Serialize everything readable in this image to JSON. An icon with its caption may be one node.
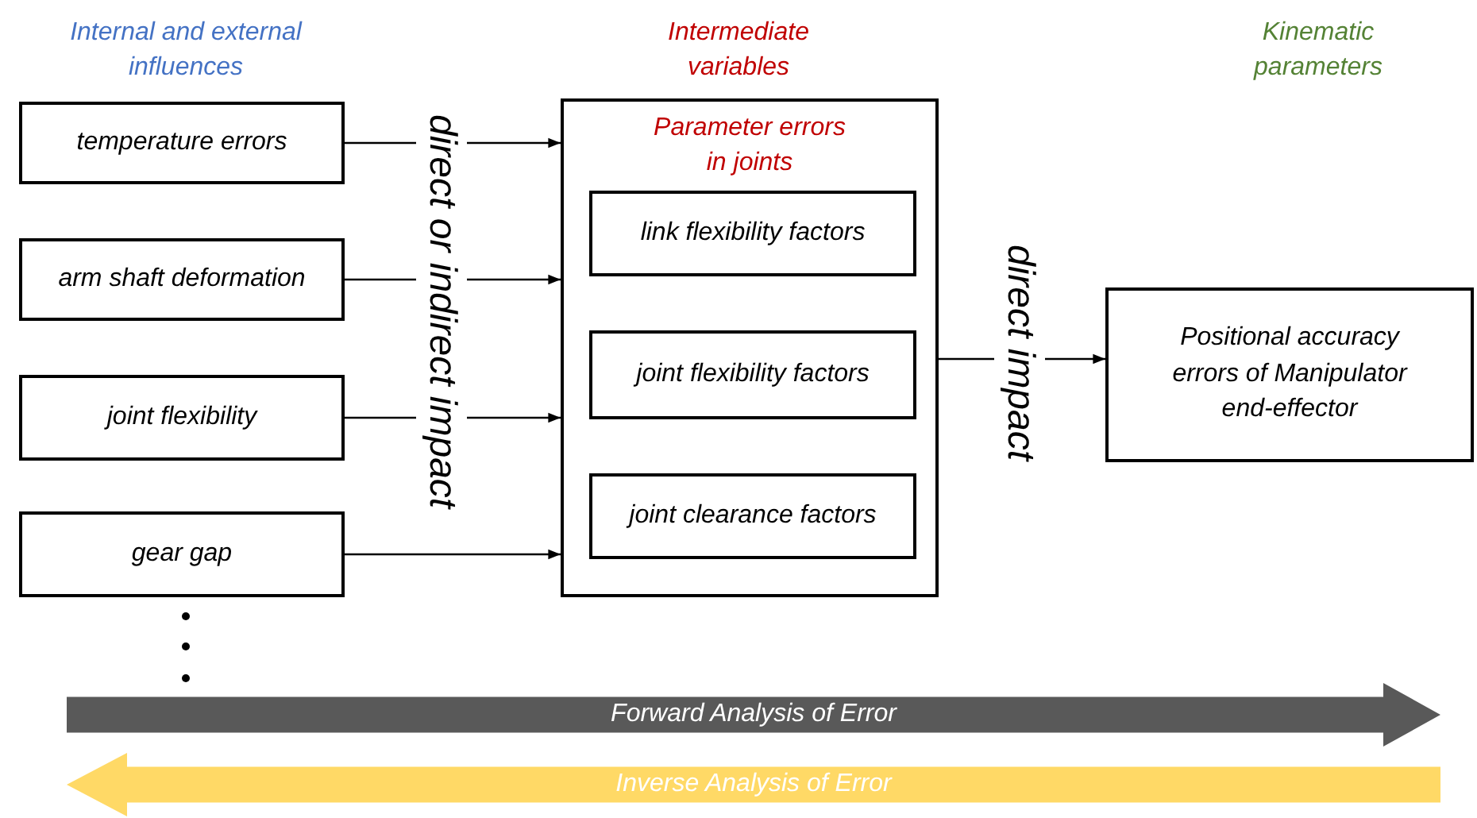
{
  "diagram": {
    "nodes": [
      {
        "text": [
          "temperature errors"
        ]
      },
      {
        "text": [
          "arm shaft deformation"
        ]
      },
      {
        "text": [
          "joint flexibility"
        ]
      },
      {
        "text": [
          "gear gap"
        ]
      },
      {
        "text": [
          "Parameter errors in joints"
        ]
      },
      {
        "text": [
          "link flexibility factors"
        ],
        "in": 4
      },
      {
        "text": [
          "joint flexibility factors"
        ],
        "in": 4
      },
      {
        "text": [
          "joint clearance factors"
        ],
        "in": 4
      },
      {
        "text": [
          "Positional accuracy errors of Manipulator end-effector"
        ]
      },
      {
        "text": [
          "Forward Analysis of Error"
        ]
      },
      {
        "text": [
          "Inverse Analysis of Error"
        ]
      }
    ],
    "edges": [
      {
        "from": 0,
        "to": 4,
        "arrow": "to"
      },
      {
        "from": 1,
        "to": 4,
        "arrow": "to"
      },
      {
        "from": 2,
        "to": 4,
        "arrow": "to"
      },
      {
        "from": 3,
        "to": 4,
        "arrow": "to"
      },
      {
        "from": 4,
        "to": 8,
        "label": "direct impact",
        "arrow": "to"
      }
    ],
    "labels": [
      "Internal and external influences",
      "Intermediate variables",
      "Kinematic parameters",
      "direct or indirect impact"
    ]
  }
}
